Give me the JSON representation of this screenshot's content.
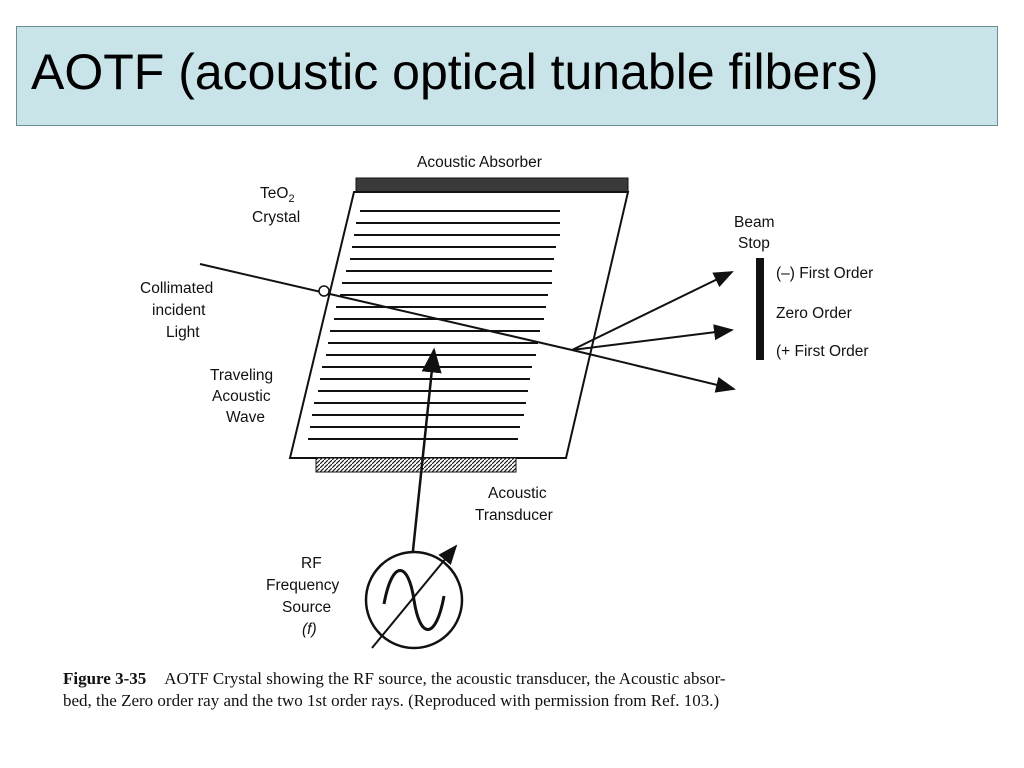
{
  "slide": {
    "title": "AOTF (acoustic optical tunable filbers)"
  },
  "diagram": {
    "labels": {
      "acoustic_absorber": "Acoustic Absorber",
      "teo2": "TeO",
      "teo2_sub": "2",
      "crystal": "Crystal",
      "collimated": "Collimated",
      "incident": "incident",
      "light": "Light",
      "traveling": "Traveling",
      "acoustic": "Acoustic",
      "wave": "Wave",
      "beam": "Beam",
      "stop": "Stop",
      "minus_first_order": "(–) First Order",
      "zero_order": "Zero Order",
      "plus_first_order": "(+ First Order",
      "acoustic_transducer_1": "Acoustic",
      "acoustic_transducer_2": "Transducer",
      "rf": "RF",
      "frequency": "Frequency",
      "source": "Source",
      "f_symbol": "(f)"
    }
  },
  "caption": {
    "figure_number": "Figure 3-35",
    "line1": "AOTF Crystal showing the RF source, the acoustic transducer, the Acoustic absor-",
    "line2": "bed, the Zero order ray and the two 1st order rays. (Reproduced with permission from Ref. 103.)"
  }
}
